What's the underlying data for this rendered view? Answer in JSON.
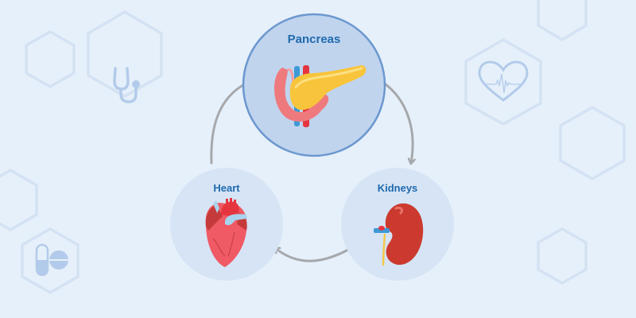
{
  "diagram": {
    "type": "cycle",
    "nodes": [
      {
        "id": "pancreas",
        "label": "Pancreas",
        "icon": "pancreas-icon",
        "highlighted": true
      },
      {
        "id": "kidneys",
        "label": "Kidneys",
        "icon": "kidney-icon",
        "highlighted": false
      },
      {
        "id": "heart",
        "label": "Heart",
        "icon": "heart-organ-icon",
        "highlighted": false
      }
    ],
    "edges": [
      {
        "from": "pancreas",
        "to": "kidneys"
      },
      {
        "from": "kidneys",
        "to": "heart"
      },
      {
        "from": "heart",
        "to": "pancreas"
      }
    ]
  },
  "background": {
    "icons": [
      "stethoscope-icon",
      "pills-icon",
      "heartbeat-icon"
    ]
  },
  "colors": {
    "background": "#e6f0fa",
    "hexagon": "#d3e2f3",
    "bg_icon": "#b3cbea",
    "highlight_fill": "#c0d4ee",
    "highlight_stroke": "#6c98cf",
    "node_fill": "#d6e4f5",
    "label": "#1f6aae",
    "arrow": "#a6a8ab"
  }
}
